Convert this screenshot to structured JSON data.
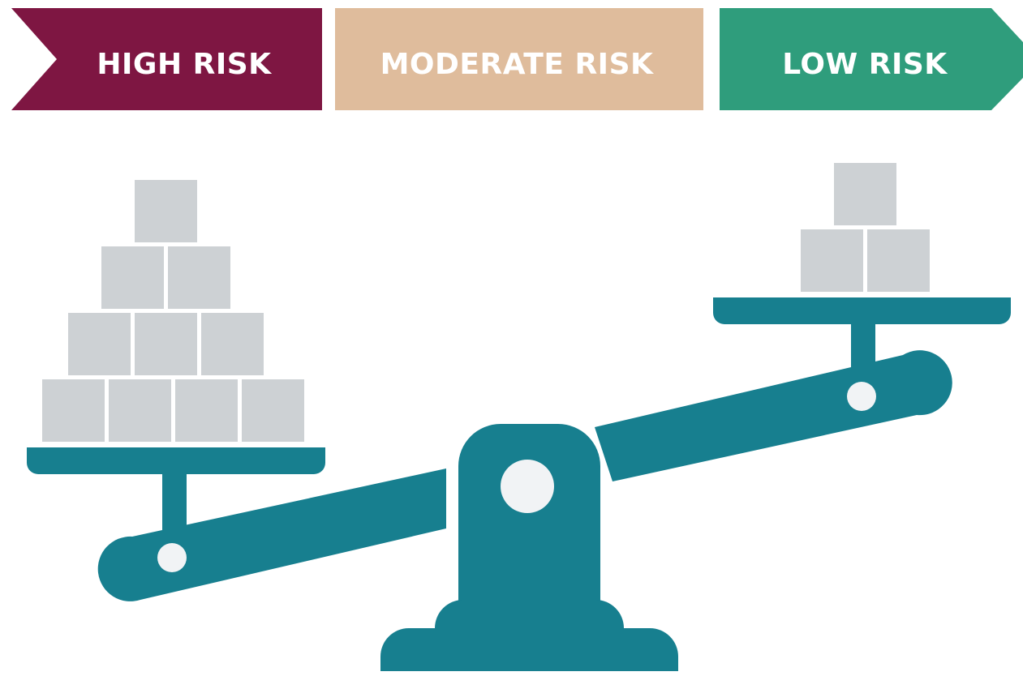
{
  "banners": [
    {
      "label": "HIGH RISK",
      "color": "#7e1642"
    },
    {
      "label": "MODERATE RISK",
      "color": "#dfbc9c"
    },
    {
      "label": "LOW RISK",
      "color": "#2f9d7c"
    }
  ],
  "colors": {
    "scale": "#177f8f",
    "block": "#cdd1d4",
    "pivot": "#f1f3f5",
    "background": "#ffffff"
  },
  "scale": {
    "left_pan_blocks": 10,
    "right_pan_blocks": 3,
    "heavier_side": "left"
  }
}
